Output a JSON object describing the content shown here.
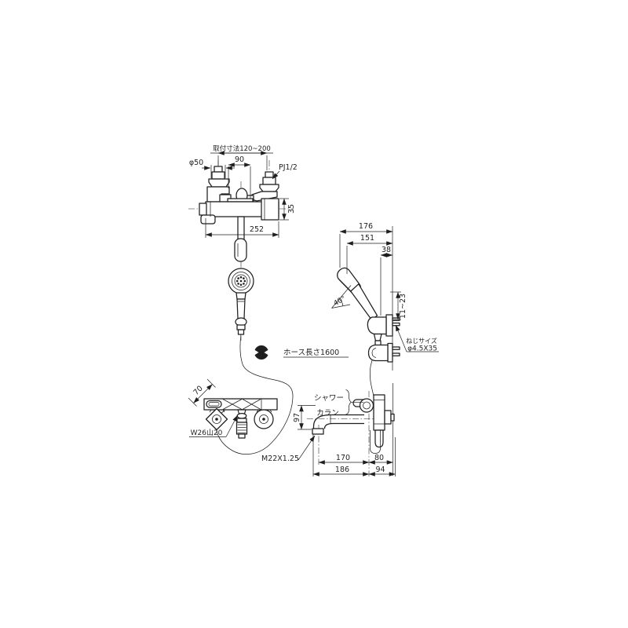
{
  "colors": {
    "ink": "#1f1f1f",
    "bg": "#ffffff"
  },
  "front_view": {
    "mount_pitch": "取付寸法120~200",
    "inlet_pitch": "90",
    "escutcheon_dia": "φ50",
    "inlet_thread": "PJ1/2",
    "handle_height": "35",
    "body_width": "252"
  },
  "hose": {
    "length_note": "ホース長さ1600"
  },
  "shower_side_view": {
    "reach_total": "176",
    "reach_head": "151",
    "hook_offset": "38",
    "head_angle": "40°",
    "hook_range": "11~23",
    "screw_note_line1": "ねじサイズ",
    "screw_note_line2": "φ4.5X35"
  },
  "top_view": {
    "body_depth": "70",
    "hose_thread": "W26山20"
  },
  "spout_side_view": {
    "pos_shower": "シャワー",
    "pos_spout": "カラン",
    "spout_drop": "97",
    "spout_thread": "M22X1.25",
    "reach_inner": "170",
    "wall_inner": "80",
    "reach_outer": "186",
    "wall_outer": "94"
  }
}
